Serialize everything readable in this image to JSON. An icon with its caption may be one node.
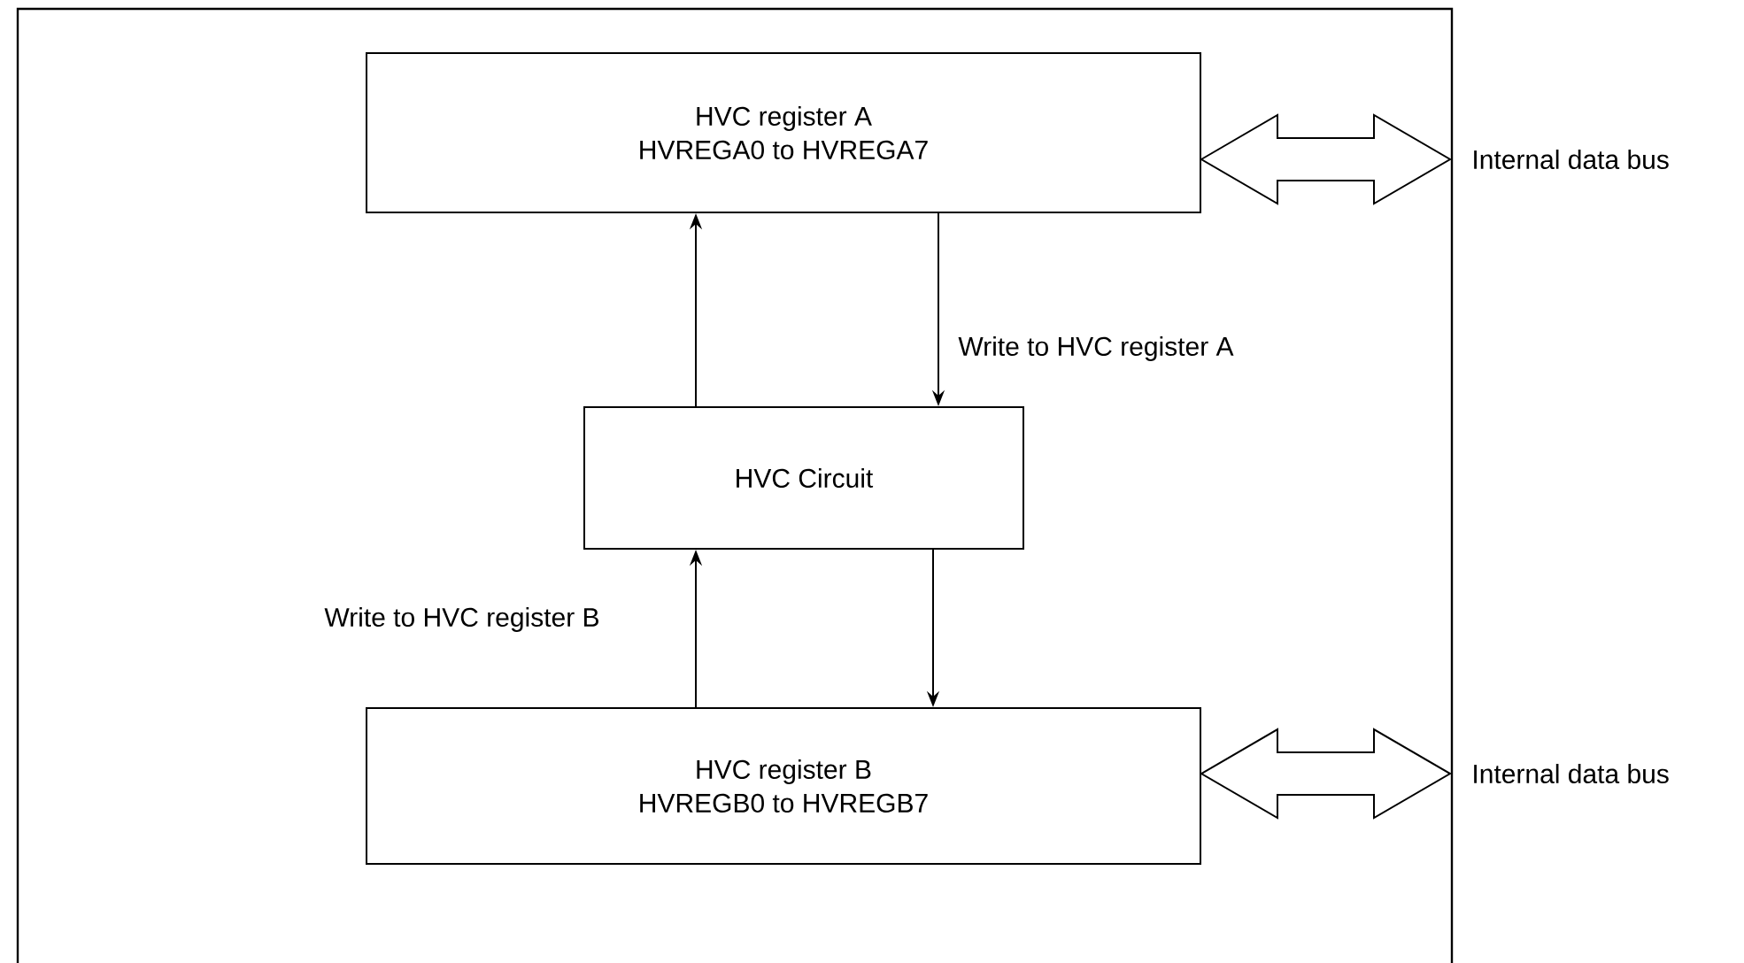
{
  "diagram": {
    "nodes": [
      {
        "text": [
          "HVC register A",
          "HVREGA0 to HVREGA7"
        ]
      },
      {
        "text": [
          "HVC Circuit"
        ]
      },
      {
        "text": [
          "HVC register B",
          "HVREGB0 to HVREGB7"
        ]
      },
      {
        "text": [
          "Internal data bus"
        ]
      },
      {
        "text": [
          "Internal data bus"
        ]
      }
    ],
    "edges": [
      {
        "from": 1,
        "to": 0,
        "arrow": "to"
      },
      {
        "from": 0,
        "to": 1,
        "arrow": "to",
        "label": "Write to HVC register A"
      },
      {
        "from": 2,
        "to": 1,
        "arrow": "to",
        "label": "Write to HVC register B"
      },
      {
        "from": 1,
        "to": 2,
        "arrow": "to"
      },
      {
        "from": 0,
        "to": 3,
        "arrow": "both"
      },
      {
        "from": 2,
        "to": 4,
        "arrow": "both"
      }
    ]
  }
}
